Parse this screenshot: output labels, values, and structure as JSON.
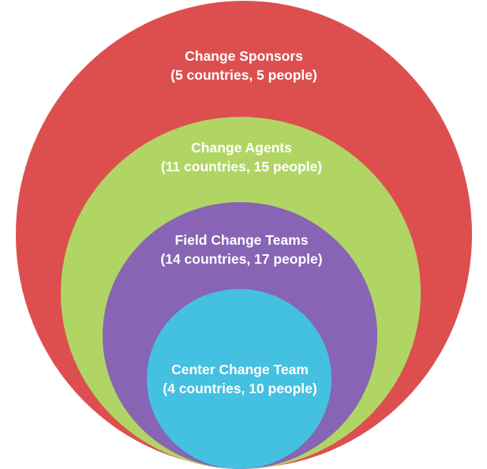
{
  "colors": {
    "sponsors": "#dd4f4f",
    "agents": "#b1d564",
    "field_teams": "#8764b4",
    "center_team": "#44c0e0",
    "text": "#ffffff"
  },
  "rings": [
    {
      "title": "Change Sponsors",
      "detail": "(5 countries, 5 people)"
    },
    {
      "title": "Change Agents",
      "detail": "(11 countries, 15 people)"
    },
    {
      "title": "Field Change Teams",
      "detail": "(14 countries, 17 people)"
    },
    {
      "title": "Center Change Team",
      "detail": "(4 countries, 10 people)"
    }
  ]
}
